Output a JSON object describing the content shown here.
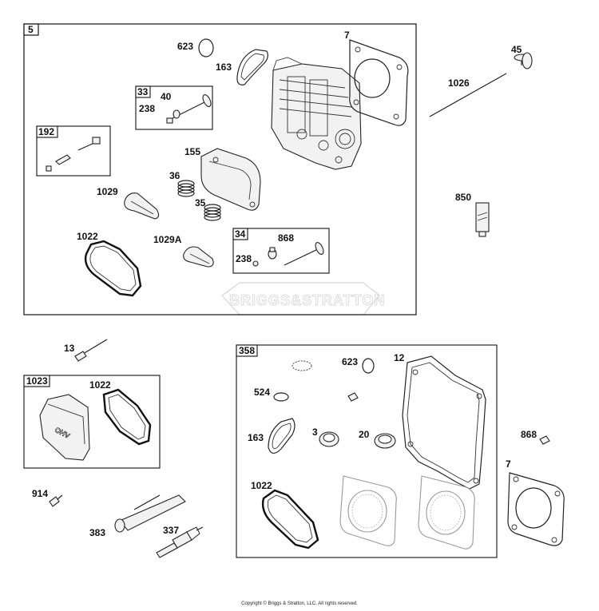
{
  "diagram": {
    "watermark": "BRIGGS&STRATTON",
    "copyright": "Copyright © Briggs & Stratton, LLC. All rights reserved.",
    "groups": [
      {
        "id": "5",
        "label": "5"
      },
      {
        "id": "33",
        "label": "33"
      },
      {
        "id": "192",
        "label": "192"
      },
      {
        "id": "34",
        "label": "34"
      },
      {
        "id": "1023",
        "label": "1023"
      },
      {
        "id": "358",
        "label": "358"
      }
    ],
    "callouts": [
      "623",
      "163",
      "7",
      "40",
      "238",
      "155",
      "36",
      "35",
      "1029",
      "1022",
      "1029A",
      "868",
      "238",
      "45",
      "1026",
      "850",
      "13",
      "1022",
      "914",
      "383",
      "337",
      "623",
      "12",
      "524",
      "163",
      "3",
      "20",
      "1022",
      "868",
      "7"
    ]
  }
}
